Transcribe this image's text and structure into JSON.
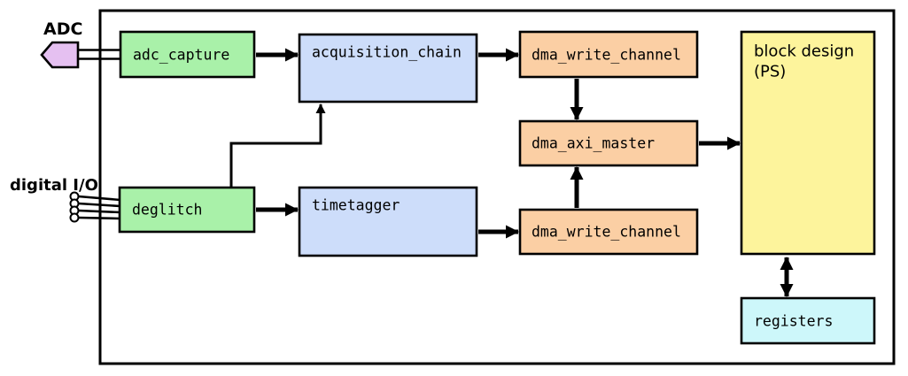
{
  "diagram": {
    "type": "block-diagram",
    "external_ports": {
      "adc": {
        "label": "ADC",
        "fill": "#e5c0f1",
        "shape": "left-pointing-pentagon",
        "wires": 2
      },
      "digital_io": {
        "label": "digital I/O",
        "pin_count": 4,
        "wires": 4
      }
    },
    "blocks": {
      "adc_capture": {
        "label": "adc_capture",
        "fill": "#a9f1a9"
      },
      "deglitch": {
        "label": "deglitch",
        "fill": "#a9f1a9"
      },
      "acquisition_chain": {
        "label": "acquisition_chain",
        "fill": "#cdddfa"
      },
      "timetagger": {
        "label": "timetagger",
        "fill": "#cdddfa"
      },
      "dma_write_channel_top": {
        "label": "dma_write_channel",
        "fill": "#fbcfa4"
      },
      "dma_write_channel_bottom": {
        "label": "dma_write_channel",
        "fill": "#fbcfa4"
      },
      "dma_axi_master": {
        "label": "dma_axi_master",
        "fill": "#fbcfa4"
      },
      "block_design_ps": {
        "label_line1": "block design",
        "label_line2": "(PS)",
        "fill": "#fdf49c"
      },
      "registers": {
        "label": "registers",
        "fill": "#cdf7fa"
      }
    },
    "connections": [
      {
        "from": "adc",
        "to": "adc_capture",
        "style": "double-wire"
      },
      {
        "from": "digital_io",
        "to": "deglitch",
        "style": "quad-wire"
      },
      {
        "from": "adc_capture",
        "to": "acquisition_chain",
        "style": "arrow"
      },
      {
        "from": "deglitch",
        "to": "acquisition_chain",
        "style": "elbow-arrow"
      },
      {
        "from": "deglitch",
        "to": "timetagger",
        "style": "arrow"
      },
      {
        "from": "acquisition_chain",
        "to": "dma_write_channel_top",
        "style": "arrow"
      },
      {
        "from": "timetagger",
        "to": "dma_write_channel_bottom",
        "style": "arrow"
      },
      {
        "from": "dma_write_channel_top",
        "to": "dma_axi_master",
        "style": "arrow"
      },
      {
        "from": "dma_write_channel_bottom",
        "to": "dma_axi_master",
        "style": "arrow"
      },
      {
        "from": "dma_axi_master",
        "to": "block_design_ps",
        "style": "arrow"
      },
      {
        "from": "block_design_ps",
        "to": "registers",
        "style": "double-headed-arrow"
      }
    ],
    "colors": {
      "capture_green": "#a9f1a9",
      "processing_blue": "#cdddfa",
      "dma_salmon": "#fbcfa4",
      "ps_yellow": "#fdf49c",
      "registers_cyan": "#cdf7fa",
      "adc_connector_purple": "#e5c0f1",
      "line": "#000000",
      "background": "#ffffff"
    }
  }
}
